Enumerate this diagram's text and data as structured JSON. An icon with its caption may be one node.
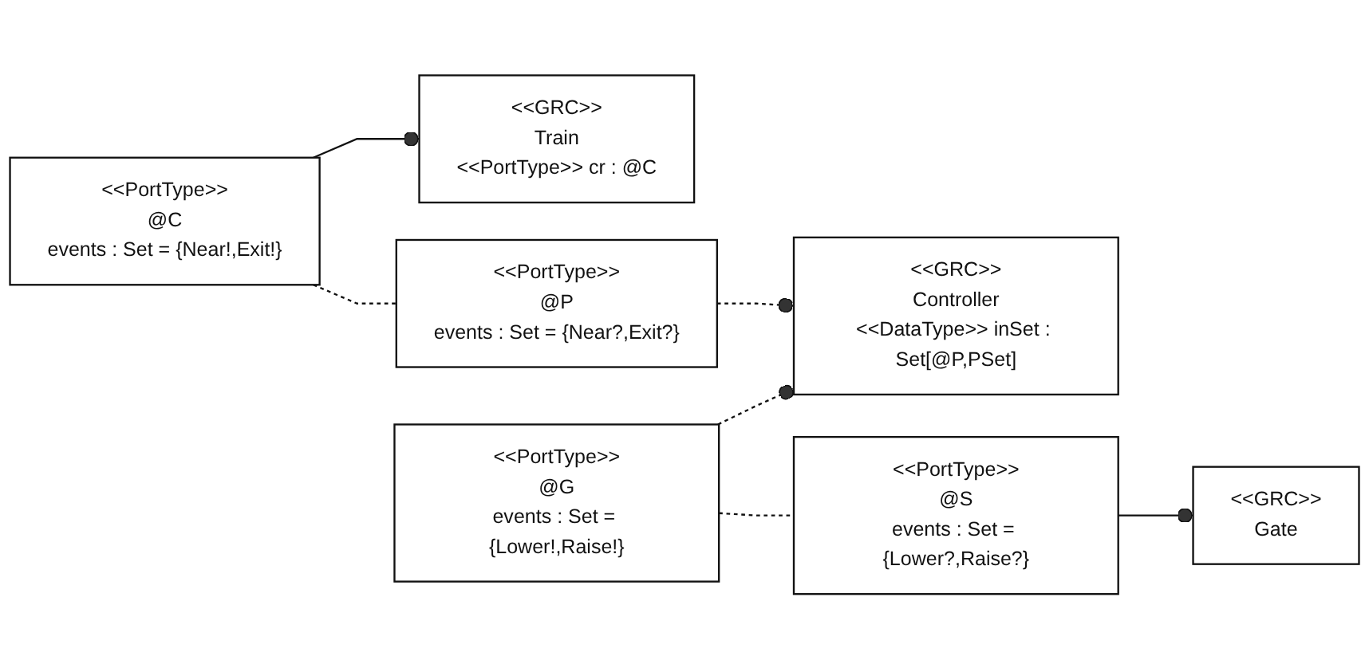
{
  "diagram": {
    "nodes": [
      {
        "text": [
          "<<GRC>>",
          "Train",
          "<<PortType>> cr : @C"
        ]
      },
      {
        "text": [
          "<<PortType>>",
          "@C",
          "events : Set = {Near!,Exit!}"
        ]
      },
      {
        "text": [
          "<<PortType>>",
          "@G",
          "events : Set = {Lower!,Raise!}"
        ]
      },
      {
        "text": [
          "<<GRC>>",
          "Controller",
          "<<DataType>> inSet : Set[@P,PSet]"
        ]
      },
      {
        "text": [
          "<<PortType>>",
          "@P",
          "events : Set = {Near?,Exit?}"
        ]
      },
      {
        "text": [
          "<<PortType>>",
          "@S",
          "events : Set = {Lower?,Raise?}"
        ]
      },
      {
        "text": [
          "<<GRC>>",
          "Gate"
        ]
      }
    ],
    "edges": [
      {
        "from": 1,
        "to": 0,
        "arrow": "other"
      },
      {
        "from": 1,
        "to": 4,
        "arrow": "none",
        "style": "dashed"
      },
      {
        "from": 2,
        "to": 3,
        "arrow": "other",
        "style": "dashed"
      },
      {
        "from": 4,
        "to": 3,
        "arrow": "other",
        "style": "dashed"
      },
      {
        "from": 2,
        "to": 5,
        "arrow": "none",
        "style": "dashed"
      },
      {
        "from": 5,
        "to": 6,
        "arrow": "other"
      }
    ]
  }
}
